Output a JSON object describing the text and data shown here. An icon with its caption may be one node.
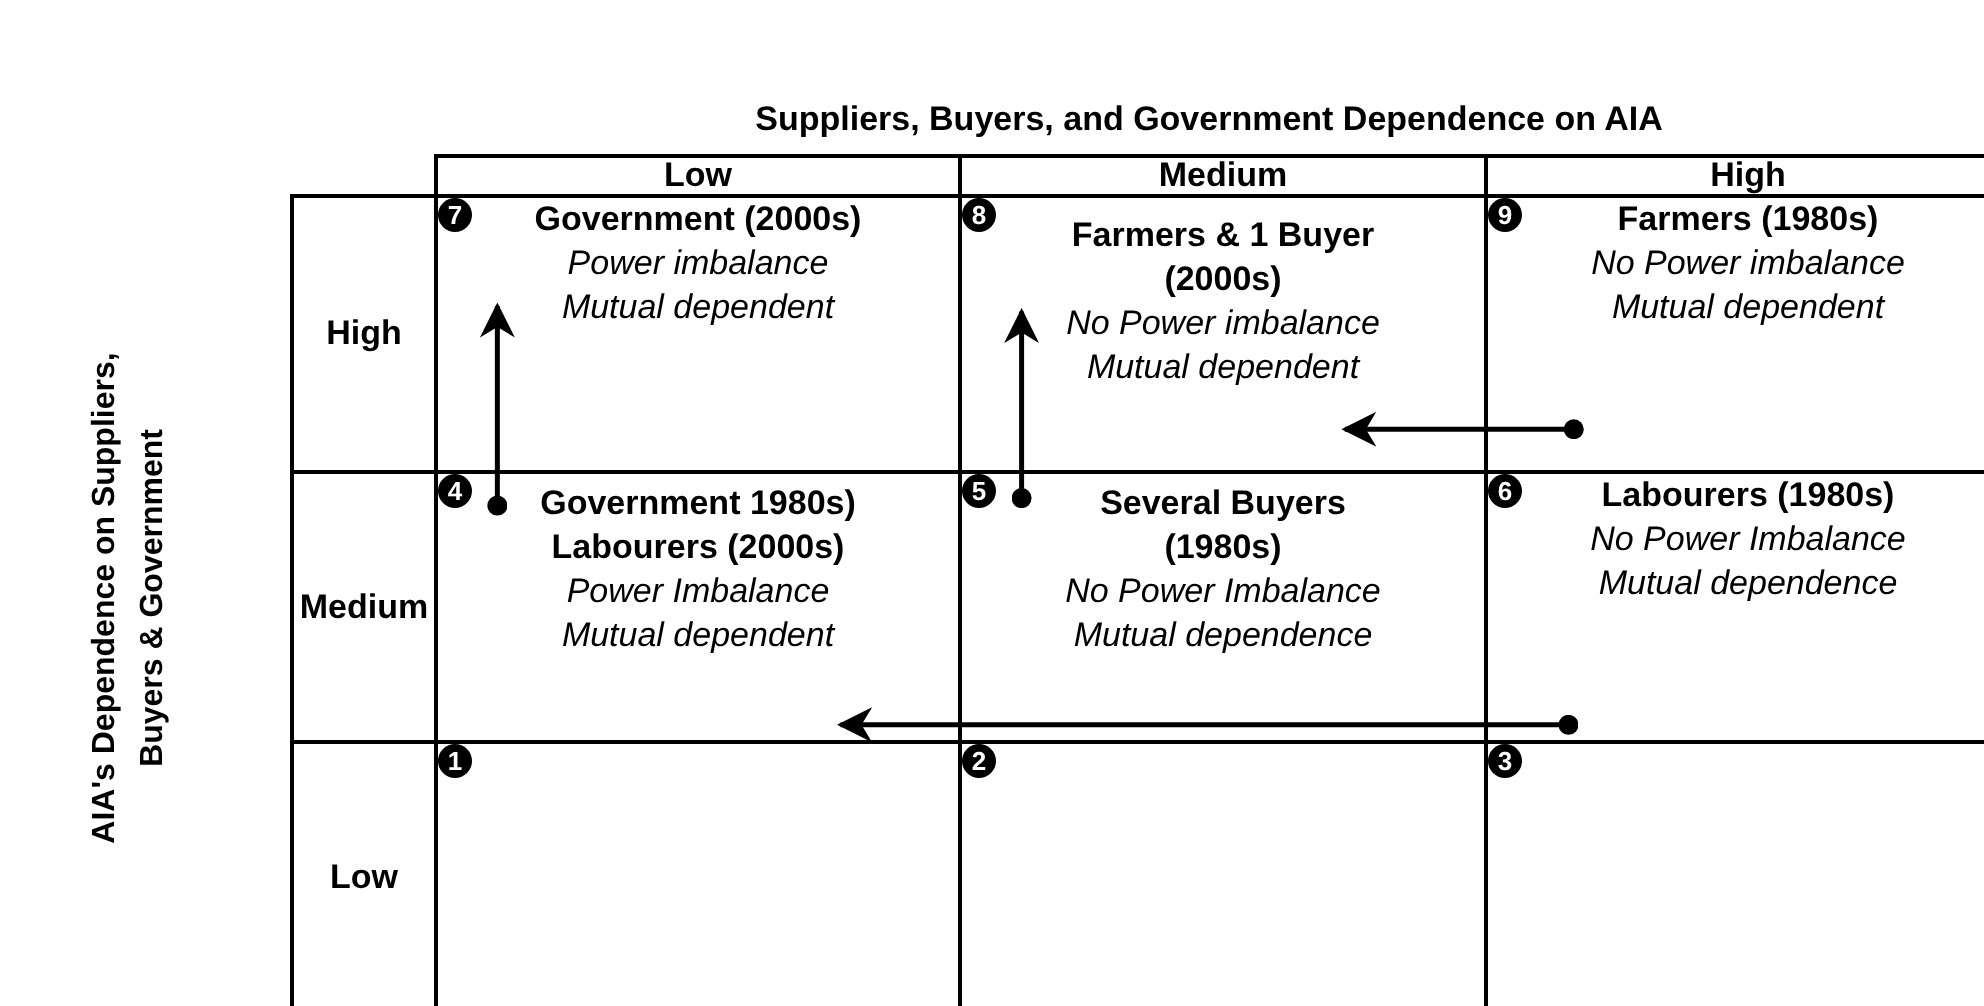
{
  "diagram": {
    "title": "Suppliers, Buyers, and Government Dependence on AIA",
    "nodes": [
      {
        "text": [
          "7",
          "Government (2000s)",
          "Power imbalance",
          "Mutual dependent"
        ]
      },
      {
        "text": [
          "8",
          "Farmers & 1 Buyer (2000s)",
          "No Power imbalance",
          "Mutual dependent"
        ]
      },
      {
        "text": [
          "9",
          "Farmers (1980s)",
          "No Power imbalance",
          "Mutual dependent"
        ]
      },
      {
        "text": [
          "4",
          "Government 1980s) Labourers (2000s)",
          "Power Imbalance",
          "Mutual dependent"
        ]
      },
      {
        "text": [
          "5",
          "Several Buyers (1980s)",
          "No Power Imbalance",
          "Mutual dependence"
        ]
      },
      {
        "text": [
          "6",
          "Labourers  (1980s)",
          "No Power Imbalance",
          "Mutual dependence"
        ]
      },
      {
        "text": [
          "1"
        ]
      },
      {
        "text": [
          "2"
        ]
      },
      {
        "text": [
          "3"
        ]
      }
    ],
    "edges": [
      {
        "from": 3,
        "to": 0,
        "arrow": "to"
      },
      {
        "from": 4,
        "to": 1,
        "arrow": "to"
      },
      {
        "from": 2,
        "to": 1,
        "arrow": "to"
      },
      {
        "from": 5,
        "to": 3,
        "arrow": "to"
      }
    ],
    "labels": [
      "AIA's Dependence on Suppliers, Buyers & Government",
      "Low",
      "Medium",
      "High",
      "High",
      "Medium",
      "Low"
    ]
  }
}
